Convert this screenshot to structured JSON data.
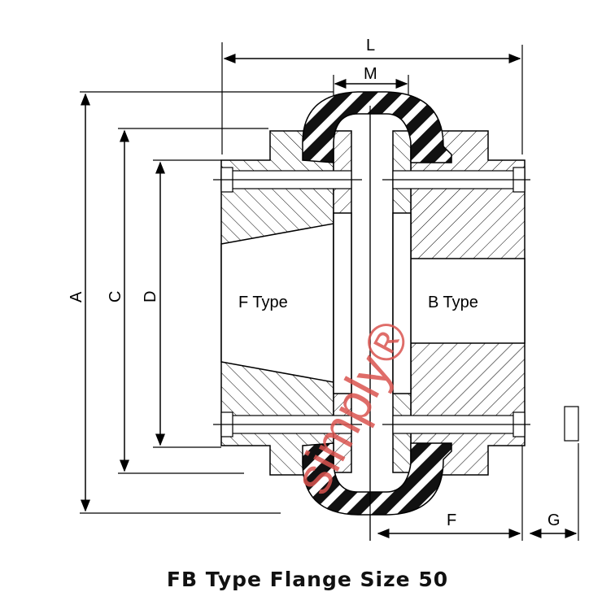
{
  "title": "FB Type Flange Size 50",
  "labels": {
    "L": "L",
    "M": "M",
    "A": "A",
    "C": "C",
    "D": "D",
    "F": "F",
    "G": "G",
    "left_type": "F Type",
    "right_type": "B Type"
  },
  "watermark": "simply®",
  "colors": {
    "line": "#000000",
    "watermark": "#d9534f"
  }
}
